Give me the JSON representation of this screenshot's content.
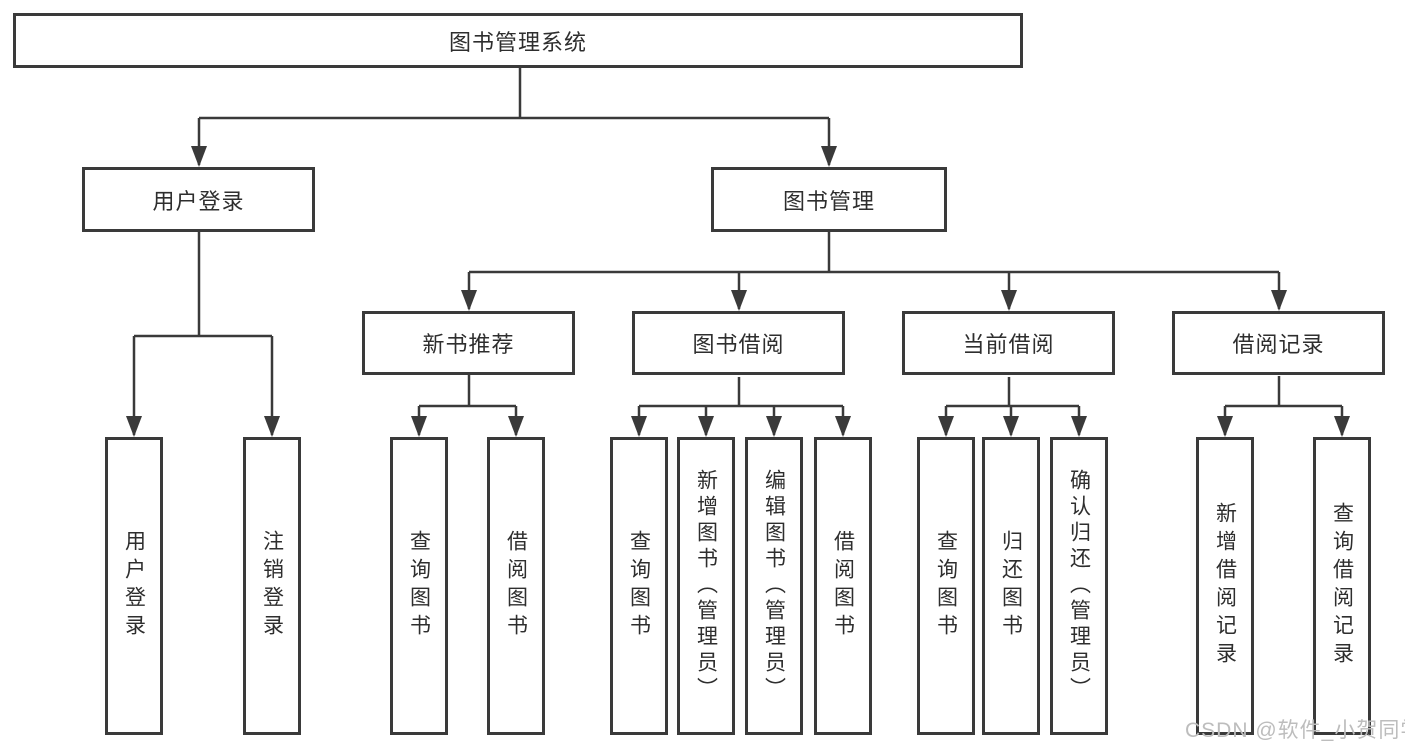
{
  "diagram": {
    "root": {
      "label": "图书管理系统"
    },
    "level2": {
      "user_login": {
        "label": "用户登录"
      },
      "book_mgmt": {
        "label": "图书管理"
      }
    },
    "level3": {
      "new_books": {
        "label": "新书推荐"
      },
      "book_borrow": {
        "label": "图书借阅"
      },
      "current_borrow": {
        "label": "当前借阅"
      },
      "borrow_records": {
        "label": "借阅记录"
      }
    },
    "leaves": {
      "user_login_1": "用户登录",
      "user_login_2": "注销登录",
      "new_books_1": "查询图书",
      "new_books_2": "借阅图书",
      "book_borrow_1": "查询图书",
      "book_borrow_2": "新增图书（管理员）",
      "book_borrow_3": "编辑图书（管理员）",
      "book_borrow_4": "借阅图书",
      "current_borrow_1": "查询图书",
      "current_borrow_2": "归还图书",
      "current_borrow_3": "确认归还（管理员）",
      "borrow_records_1": "新增借阅记录",
      "borrow_records_2": "查询借阅记录"
    }
  },
  "colors": {
    "line": "#3a3a3a",
    "box_fill": "#ffffff",
    "text": "#2e2e2e",
    "watermark": "#bdbdbd"
  },
  "watermark": {
    "text": "CSDN @软件_小贺同学"
  }
}
